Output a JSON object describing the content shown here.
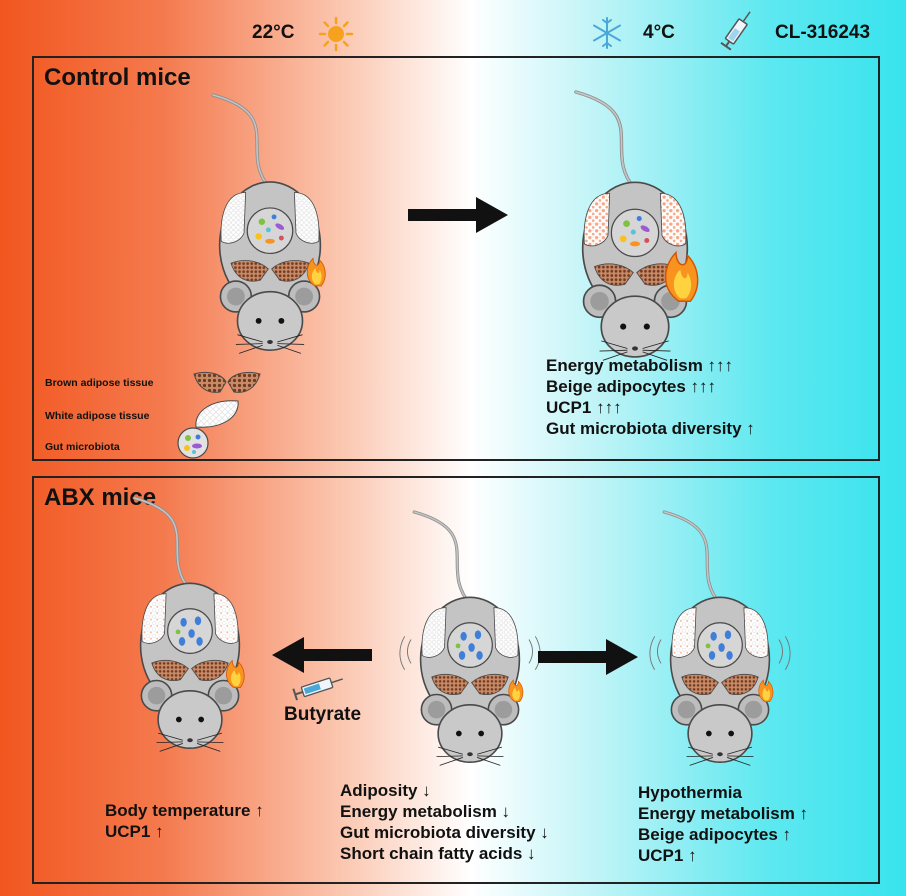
{
  "conditions": {
    "left": "22°C",
    "middle": "4°C",
    "right": "CL-316243"
  },
  "icons": {
    "left": "sun-icon",
    "middle": "snowflake-icon",
    "right": "syringe-icon"
  },
  "control_panel": {
    "title": "Control mice",
    "legend": [
      {
        "label": "Brown adipose tissue",
        "icon": "brown-adipose-icon"
      },
      {
        "label": "White adipose tissue",
        "icon": "white-adipose-icon"
      },
      {
        "label": "Gut microbiota",
        "icon": "gut-microbiota-icon"
      }
    ],
    "outcomes": [
      "Energy metabolism ↑↑↑",
      "Beige adipocytes ↑↑↑",
      "UCP1 ↑↑↑",
      "Gut microbiota diversity ↑"
    ]
  },
  "abx_panel": {
    "title": "ABX mice",
    "treatment_label": "Butyrate",
    "left_outcomes": [
      "Body temperature ↑",
      "UCP1 ↑"
    ],
    "middle_outcomes": [
      "Adiposity ↓",
      "Energy metabolism ↓",
      "Gut microbiota diversity ↓",
      "Short chain fatty acids ↓"
    ],
    "right_outcomes": [
      "Hypothermia",
      "Energy metabolism ↑",
      "Beige adipocytes ↑",
      "UCP1 ↑"
    ]
  },
  "colors": {
    "warm": "#f2561f",
    "cold": "#38e3ee",
    "brown_fat": "#8a4a2c",
    "flame": "#f7931e",
    "microbe_blue": "#3f7fd9"
  }
}
